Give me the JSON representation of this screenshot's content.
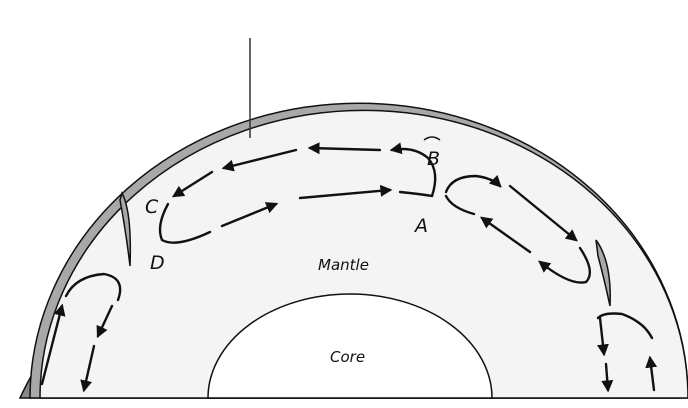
{
  "diagram": {
    "labels": {
      "mantle": "Mantle",
      "core": "Core"
    },
    "points": {
      "a": "A",
      "b": "B",
      "c": "C",
      "d": "D"
    },
    "colors": {
      "background": "#ffffff",
      "mantle_fill": "#f4f4f4",
      "core_fill": "#ffffff",
      "lithosphere": "#a8a8a8",
      "atmosphere_dark": "#3d3d3d",
      "atmosphere_light": "#8a8a8a",
      "outline": "#111111"
    }
  }
}
